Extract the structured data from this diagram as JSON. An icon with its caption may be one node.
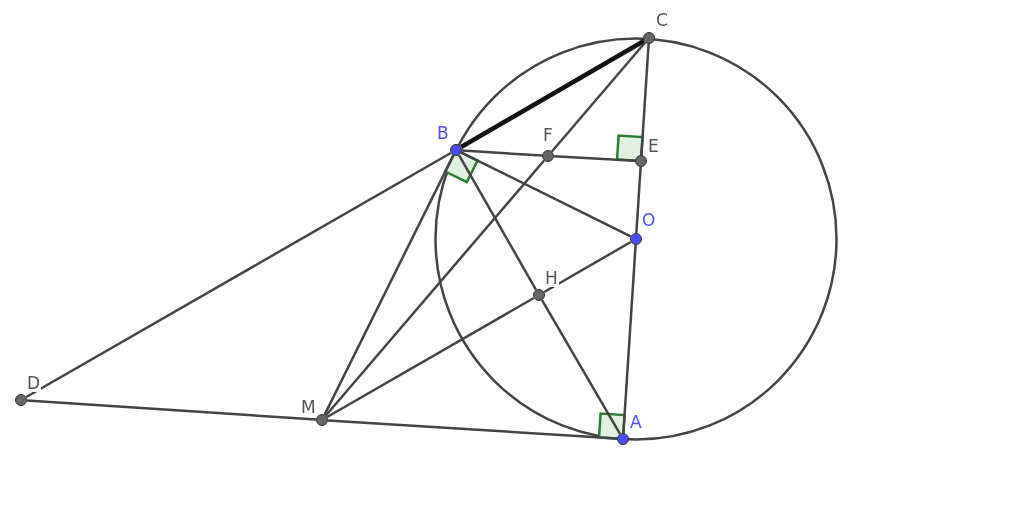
{
  "diagram": {
    "nodes": [
      {
        "text": [
          "C"
        ]
      },
      {
        "text": [
          "B"
        ]
      },
      {
        "text": [
          "F"
        ]
      },
      {
        "text": [
          "E"
        ]
      },
      {
        "text": [
          "O"
        ]
      },
      {
        "text": [
          "H"
        ]
      },
      {
        "text": [
          "A"
        ]
      },
      {
        "text": [
          "M"
        ]
      },
      {
        "text": [
          "D"
        ]
      }
    ],
    "edges": [
      {
        "from": 1,
        "to": 0,
        "arrow": "none",
        "style": "thick",
        "color": "#111111"
      },
      {
        "from": 0,
        "to": 3,
        "arrow": "none"
      },
      {
        "from": 3,
        "to": 4,
        "arrow": "none"
      },
      {
        "from": 4,
        "to": 6,
        "arrow": "none"
      },
      {
        "from": 1,
        "to": 2,
        "arrow": "none"
      },
      {
        "from": 2,
        "to": 3,
        "arrow": "none"
      },
      {
        "from": 7,
        "to": 2,
        "arrow": "none"
      },
      {
        "from": 2,
        "to": 0,
        "arrow": "none"
      },
      {
        "from": 7,
        "to": 5,
        "arrow": "none"
      },
      {
        "from": 5,
        "to": 4,
        "arrow": "none"
      },
      {
        "from": 1,
        "to": 5,
        "arrow": "none"
      },
      {
        "from": 5,
        "to": 6,
        "arrow": "none"
      },
      {
        "from": 1,
        "to": 4,
        "arrow": "none"
      },
      {
        "from": 1,
        "to": 7,
        "arrow": "none"
      },
      {
        "from": 1,
        "to": 8,
        "arrow": "none"
      },
      {
        "from": 8,
        "to": 7,
        "arrow": "none"
      },
      {
        "from": 7,
        "to": 6,
        "arrow": "none"
      }
    ]
  }
}
